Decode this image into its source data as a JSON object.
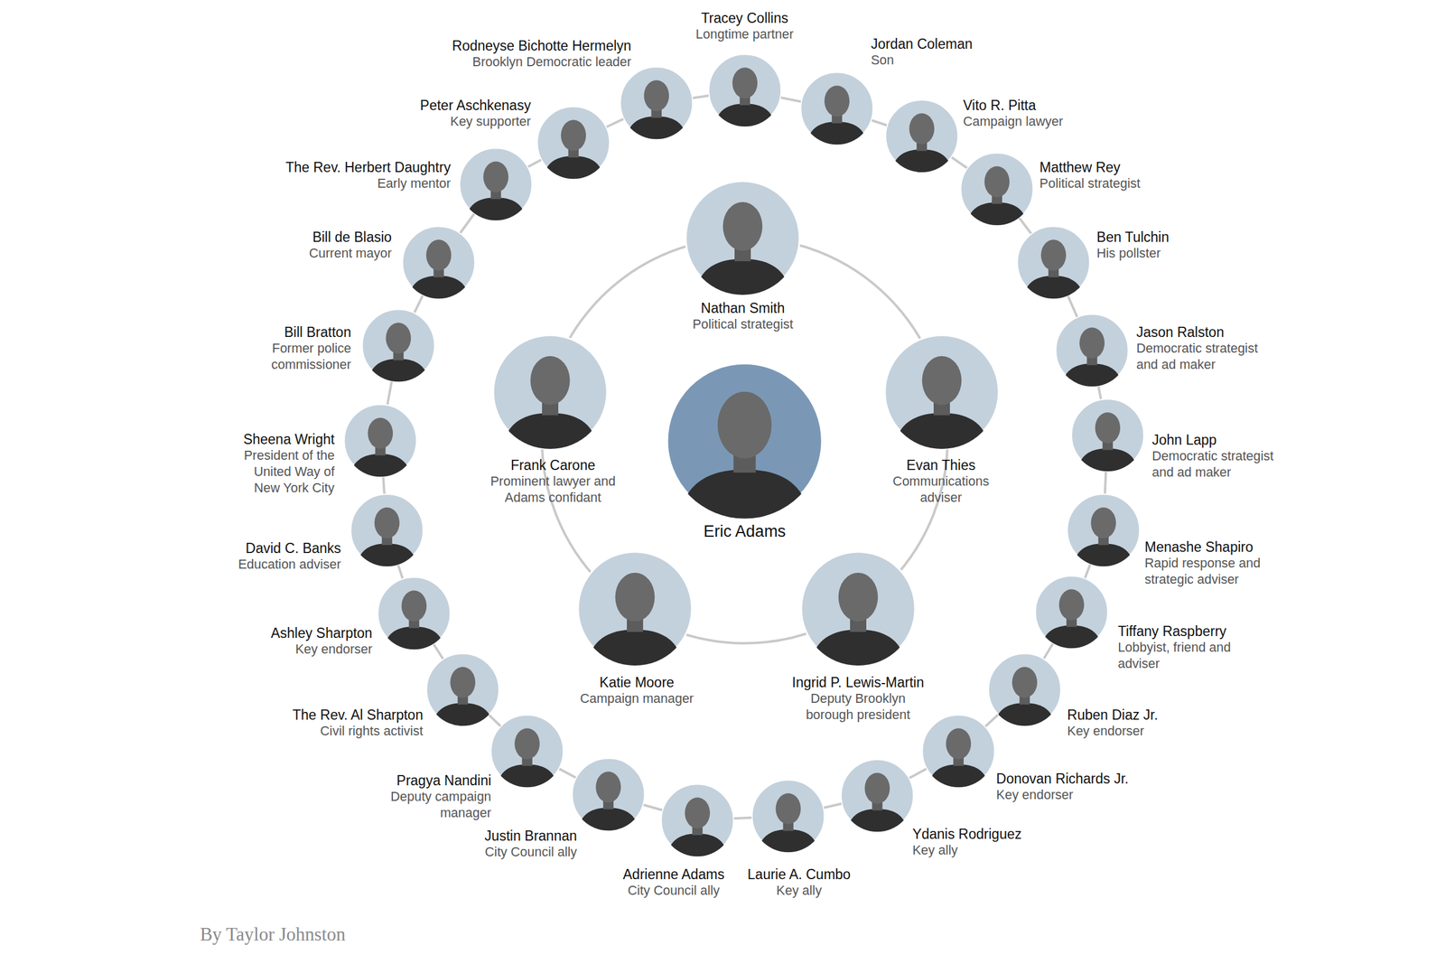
{
  "diagram": {
    "nodes": [
      {
        "text": [
          "Eric Adams"
        ]
      },
      {
        "text": [
          "Nathan Smith",
          "Political strategist"
        ]
      },
      {
        "text": [
          "Frank Carone",
          "Prominent lawyer and Adams confidant"
        ]
      },
      {
        "text": [
          "Evan Thies",
          "Communications adviser"
        ]
      },
      {
        "text": [
          "Katie Moore",
          "Campaign manager"
        ]
      },
      {
        "text": [
          "Ingrid P. Lewis-Martin",
          "Deputy Brooklyn borough president"
        ]
      },
      {
        "text": [
          "Tracey Collins",
          "Longtime partner"
        ]
      },
      {
        "text": [
          "Jordan Coleman",
          "Son"
        ]
      },
      {
        "text": [
          "Vito R. Pitta",
          "Campaign lawyer"
        ]
      },
      {
        "text": [
          "Matthew Rey",
          "Political strategist"
        ]
      },
      {
        "text": [
          "Ben Tulchin",
          "His pollster"
        ]
      },
      {
        "text": [
          "Jason Ralston",
          "Democratic strategist and ad maker"
        ]
      },
      {
        "text": [
          "John Lapp",
          "Democratic strategist and ad maker"
        ]
      },
      {
        "text": [
          "Menashe Shapiro",
          "Rapid response and strategic adviser"
        ]
      },
      {
        "text": [
          "Tiffany Raspberry",
          "Lobbyist, friend and adviser"
        ]
      },
      {
        "text": [
          "Ruben Diaz Jr.",
          "Key endorser"
        ]
      },
      {
        "text": [
          "Donovan Richards Jr.",
          "Key endorser"
        ]
      },
      {
        "text": [
          "Ydanis Rodriguez",
          "Key ally"
        ]
      },
      {
        "text": [
          "Laurie A. Cumbo",
          "Key ally"
        ]
      },
      {
        "text": [
          "Adrienne Adams",
          "City Council ally"
        ]
      },
      {
        "text": [
          "Justin Brannan",
          "City Council ally"
        ]
      },
      {
        "text": [
          "Pragya Nandini",
          "Deputy campaign manager"
        ]
      },
      {
        "text": [
          "The Rev. Al Sharpton",
          "Civil rights activist"
        ]
      },
      {
        "text": [
          "Ashley Sharpton",
          "Key endorser"
        ]
      },
      {
        "text": [
          "David C. Banks",
          "Education adviser"
        ]
      },
      {
        "text": [
          "Sheena Wright",
          "President of the United Way of New York City"
        ]
      },
      {
        "text": [
          "Bill Bratton",
          "Former police commissioner"
        ]
      },
      {
        "text": [
          "Bill de Blasio",
          "Current mayor"
        ]
      },
      {
        "text": [
          "The Rev. Herbert Daughtry",
          "Early mentor"
        ]
      },
      {
        "text": [
          "Peter Aschkenasy",
          "Key supporter"
        ]
      },
      {
        "text": [
          "Rodneyse Bichotte Hermelyn",
          "Brooklyn Democratic leader"
        ]
      }
    ],
    "labels": [
      "By Taylor Johnston"
    ]
  }
}
